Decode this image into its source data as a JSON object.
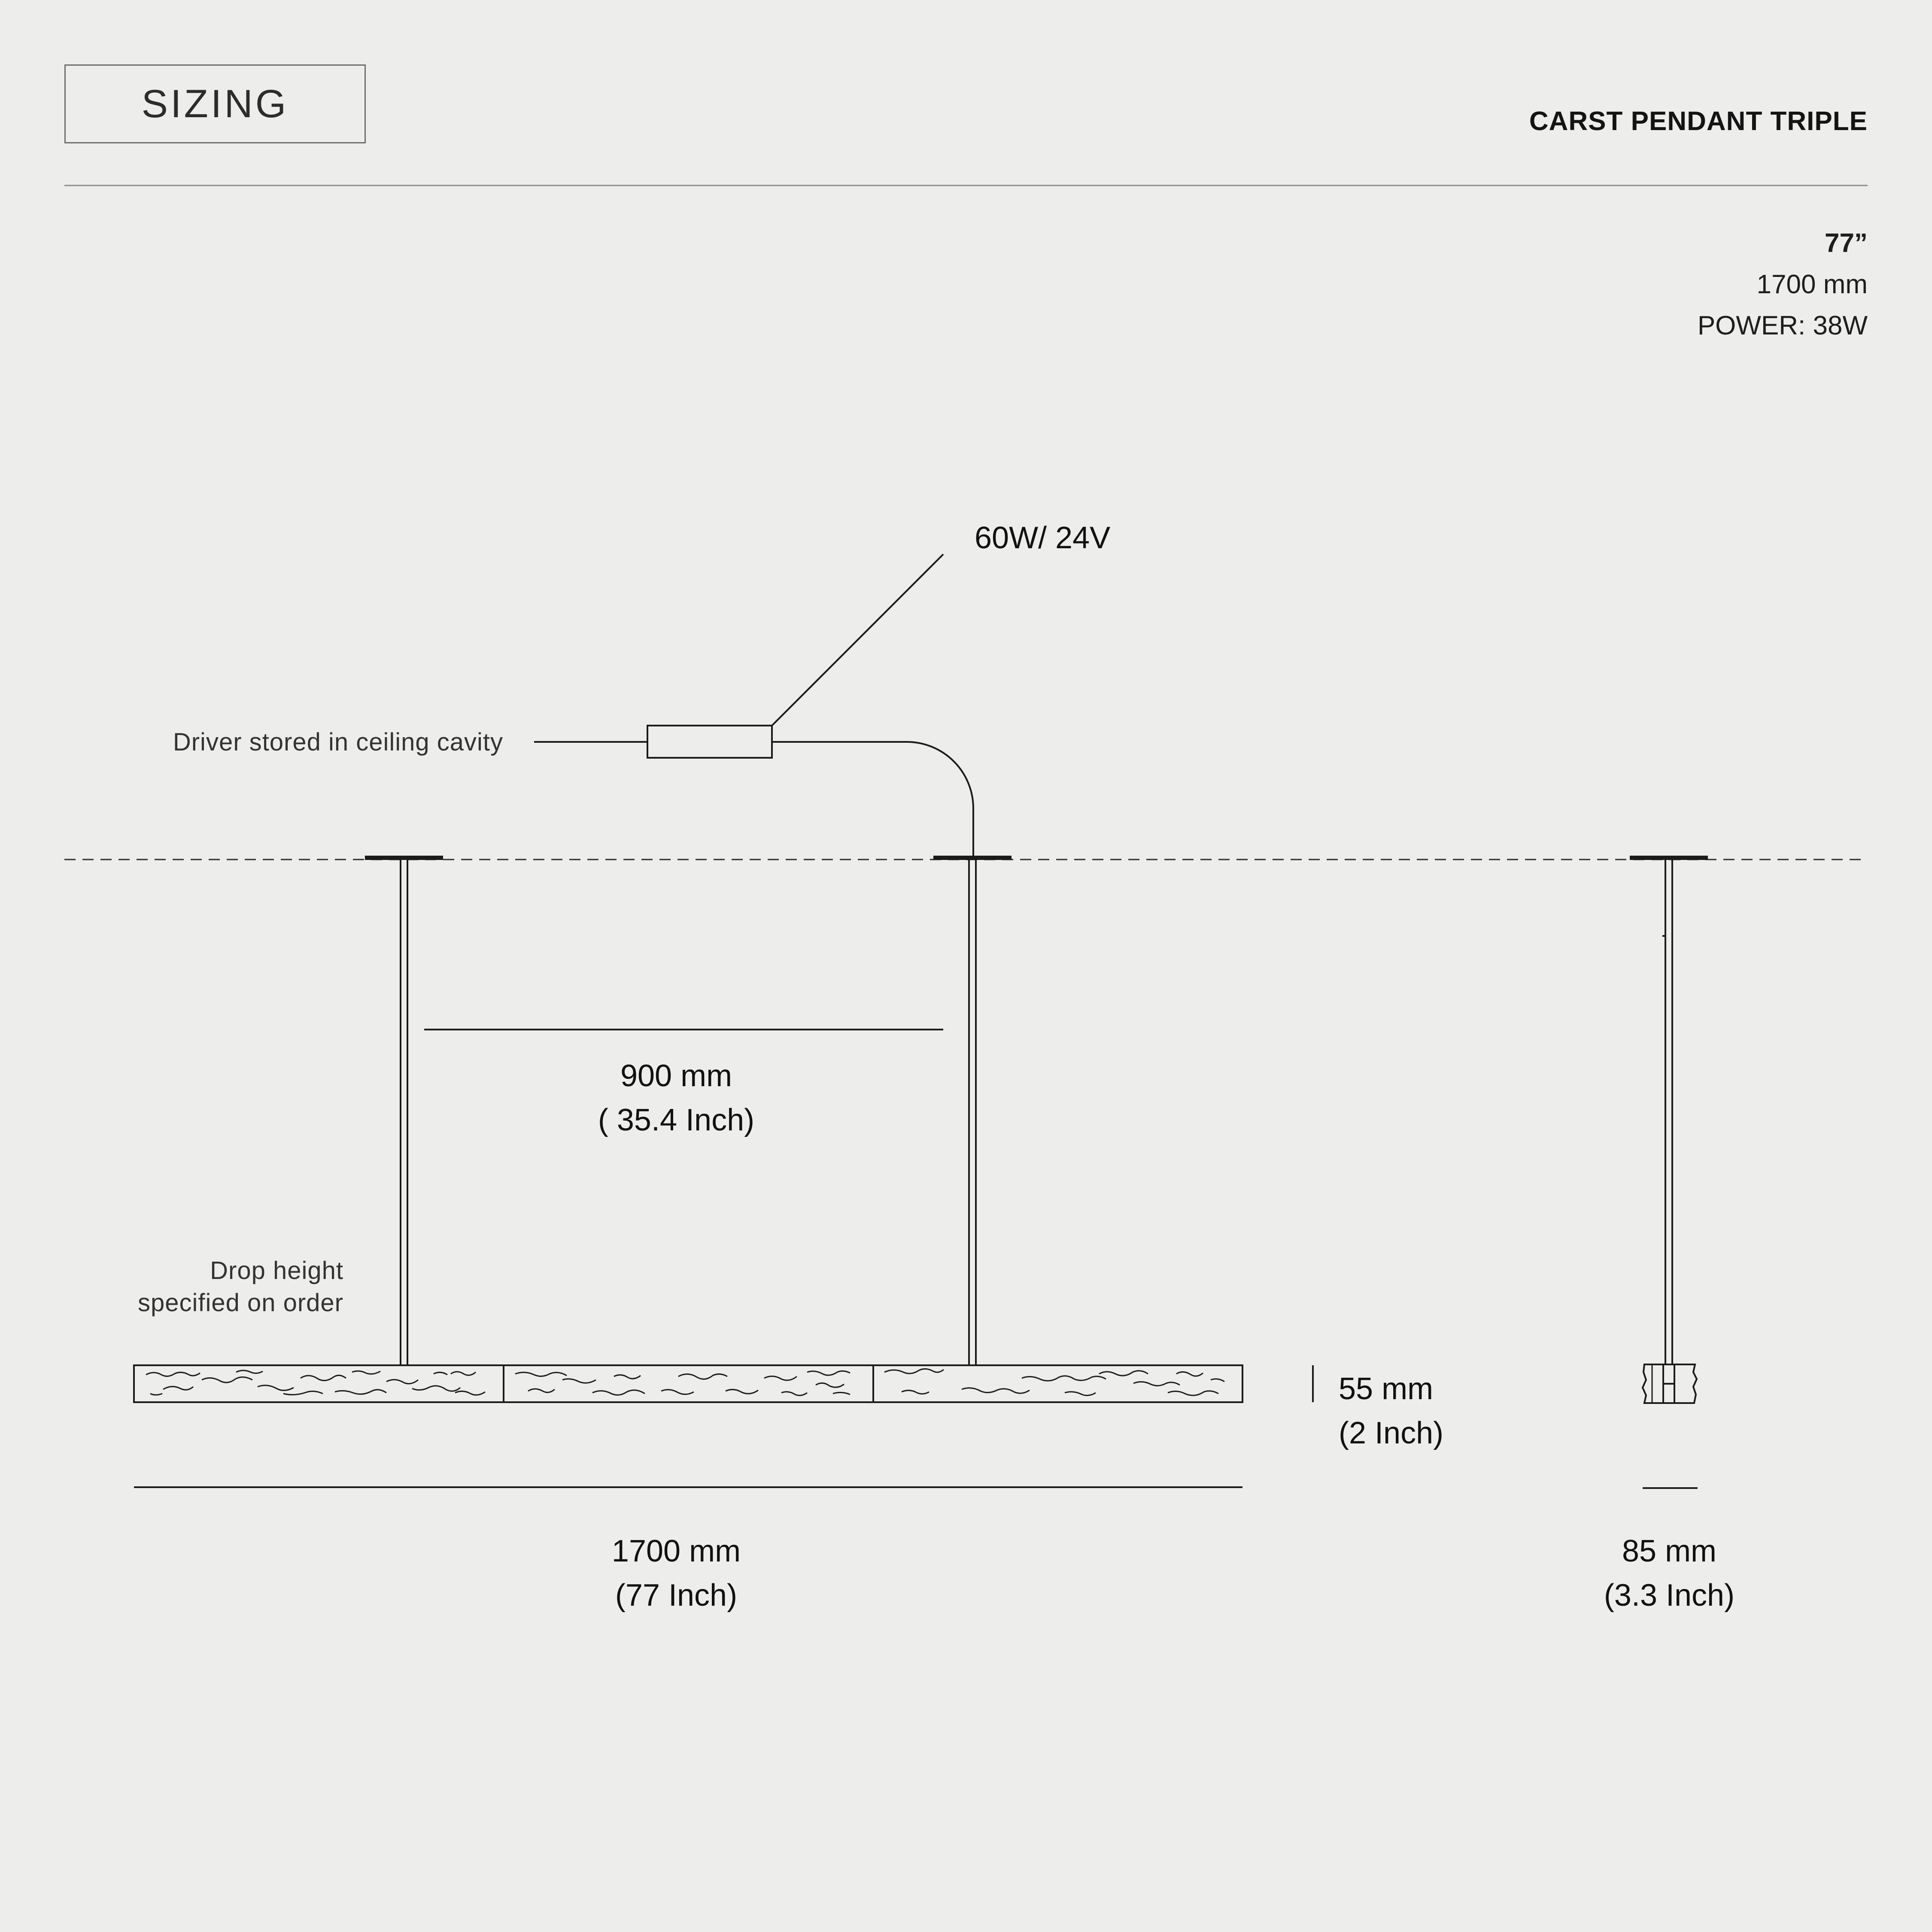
{
  "header": {
    "section_label": "SIZING",
    "product_name": "CARST PENDANT TRIPLE"
  },
  "specs": {
    "length_inch": "77”",
    "length_mm": "1700 mm",
    "power": "POWER: 38W"
  },
  "annotations": {
    "driver_rating": "60W/ 24V",
    "driver_note": "Driver stored in ceiling cavity",
    "drop_height_line1": "Drop height",
    "drop_height_line2": "specified on order"
  },
  "dimensions": {
    "spacing_mm": "900 mm",
    "spacing_inch": "( 35.4 Inch)",
    "height_mm": "55 mm",
    "height_inch": "(2 Inch)",
    "length_mm": "1700 mm",
    "length_inch": "(77 Inch)",
    "depth_mm": "85 mm",
    "depth_inch": "(3.3 Inch)"
  },
  "colors": {
    "background": "#ededeb",
    "line": "#1b1b1b",
    "rule": "#8a8a8a"
  }
}
